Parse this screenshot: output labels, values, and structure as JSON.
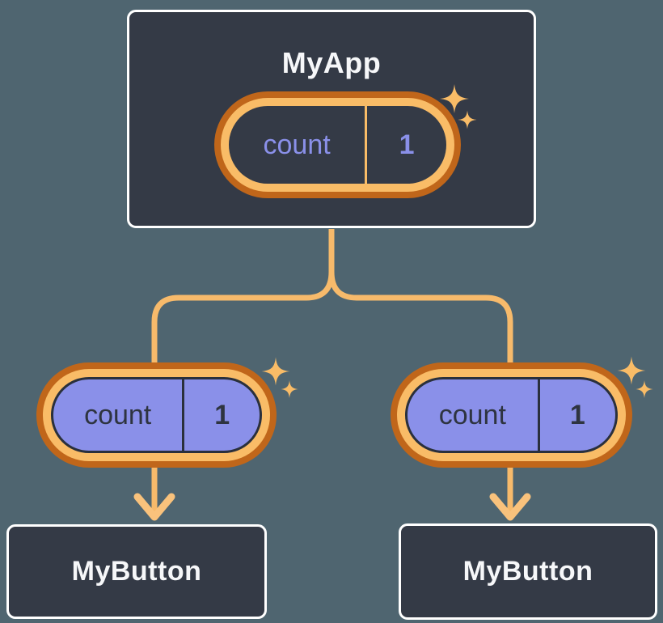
{
  "diagram": {
    "root": {
      "title": "MyApp",
      "pill": {
        "kind": "state",
        "label": "count",
        "value": "1"
      }
    },
    "children": [
      {
        "title": "MyButton",
        "pill": {
          "kind": "prop",
          "label": "count",
          "value": "1"
        }
      },
      {
        "title": "MyButton",
        "pill": {
          "kind": "prop",
          "label": "count",
          "value": "1"
        }
      }
    ]
  },
  "colors": {
    "background": "#4F6570",
    "card_fill": "#343A46",
    "card_border": "#FFFFFF",
    "pill_ring_outer": "#C0661A",
    "pill_ring_inner": "#F9BC67",
    "state_pill_fill": "#343A46",
    "prop_pill_fill": "#8A90E9",
    "text_light": "#F6F7F9",
    "text_dark": "#2E3440",
    "text_purple": "#8A90E9",
    "connector_line": "#F7BA6B",
    "sparkle": "#F9BC67"
  }
}
